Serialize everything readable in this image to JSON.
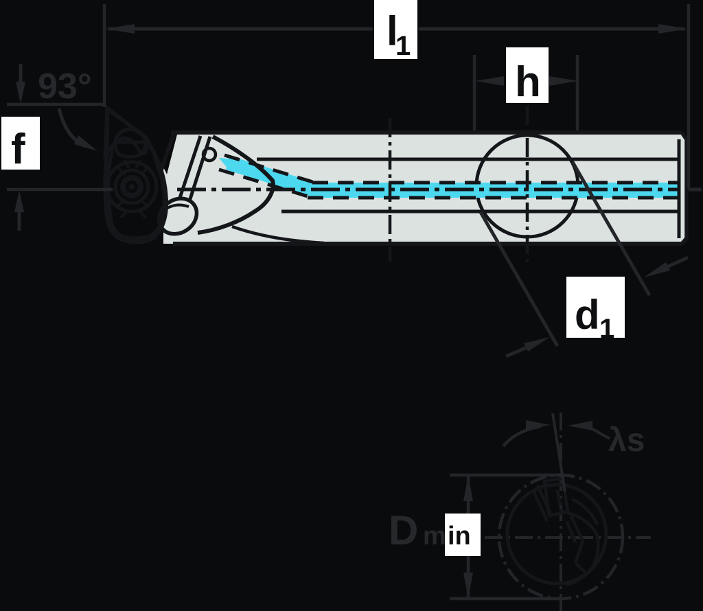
{
  "drawing": {
    "kind": "tool-holder engineering drawing (boring bar with indexable insert)",
    "views": {
      "main": "side view",
      "secondary": "end view"
    }
  },
  "colors": {
    "background": "#0a0b0d",
    "line_dark": "#141619",
    "dim_line": "#232529",
    "body": "#dbe2e0",
    "cartridge": "#e9edec",
    "dome": "#eef1f0",
    "circle_gray": "#a9b3b2",
    "insert_yellow": "#f4d176",
    "coolant_cyan": "#4cd9ef",
    "end_body": "#dfe5e4",
    "label_box": "#ffffff",
    "label_text": "#0e0f11",
    "label_dim_text": "#26282c"
  },
  "dimensions": {
    "l1": {
      "main": "l",
      "sub": "1"
    },
    "h": {
      "label": "h"
    },
    "f": {
      "label": "f"
    },
    "entering_angle": {
      "label": "93°"
    },
    "d1": {
      "main": "d",
      "sub": "1"
    },
    "lambda_s": {
      "label": "λs"
    },
    "d_min": {
      "main": "D",
      "sub_left": "m",
      "sub_boxed": "in"
    }
  }
}
